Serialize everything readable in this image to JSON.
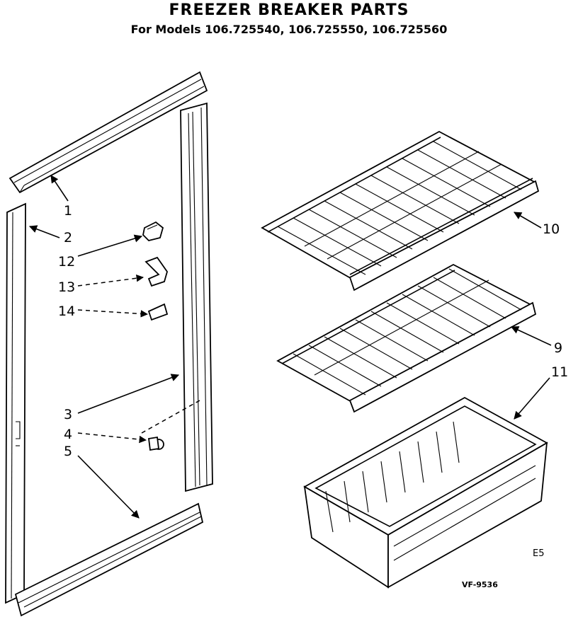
{
  "header": {
    "title": "FREEZER BREAKER PARTS",
    "subtitle": "For Models 106.725540, 106.725550, 106.725560"
  },
  "callouts": {
    "c1": "1",
    "c2": "2",
    "c3": "3",
    "c4": "4",
    "c5": "5",
    "c9": "9",
    "c10": "10",
    "c11": "11",
    "c12": "12",
    "c13": "13",
    "c14": "14"
  },
  "footer": {
    "code": "E5",
    "drawing_number": "VF-9536"
  }
}
